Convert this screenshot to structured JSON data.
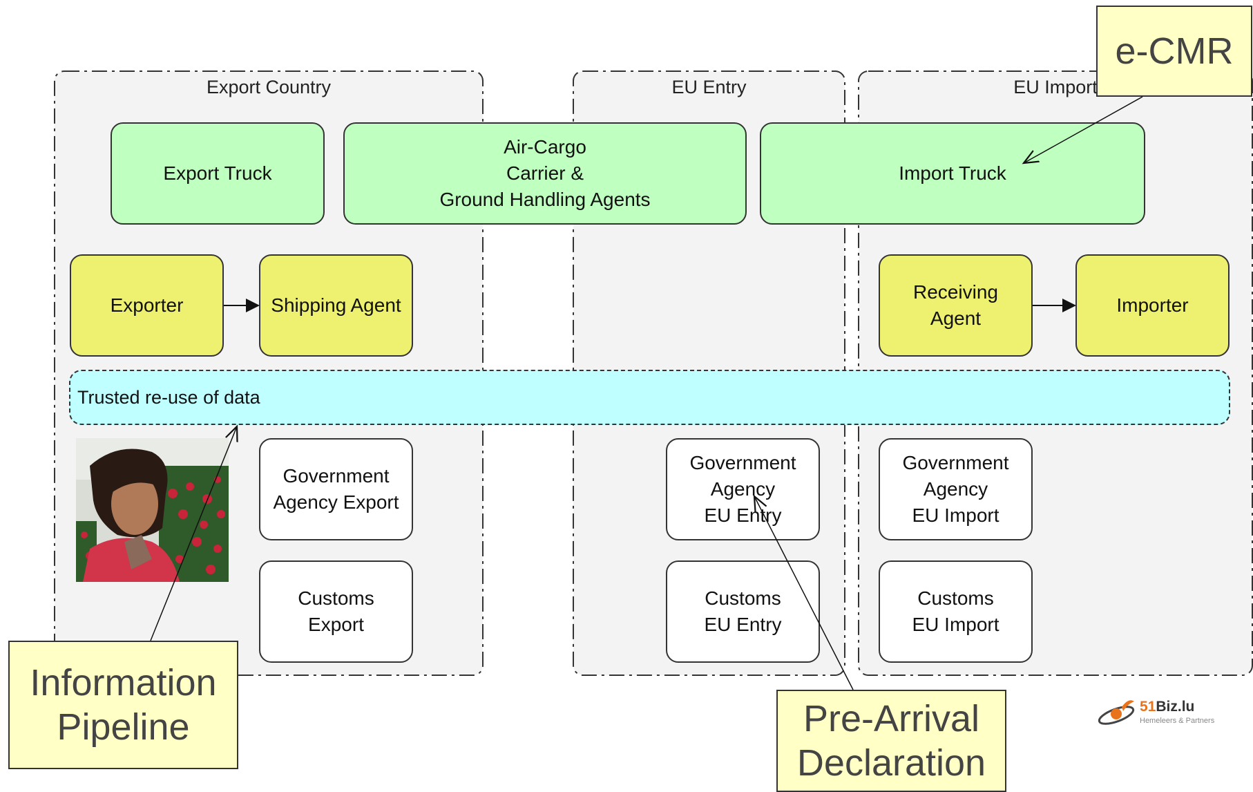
{
  "lanes": {
    "export": "Export Country",
    "entry": "EU Entry",
    "import": "EU Import"
  },
  "boxes": {
    "export_truck": "Export Truck",
    "air_cargo": "Air-Cargo\nCarrier &\nGround Handling Agents",
    "import_truck": "Import Truck",
    "exporter": "Exporter",
    "shipping_agent": "Shipping Agent",
    "receiving_agent": "Receiving\nAgent",
    "importer": "Importer",
    "gov_export": "Government\nAgency Export",
    "customs_export": "Customs\nExport",
    "gov_entry": "Government\nAgency\nEU Entry",
    "customs_entry": "Customs\nEU Entry",
    "gov_import": "Government\nAgency\nEU Import",
    "customs_import": "Customs\nEU Import"
  },
  "band": "Trusted re-use of data",
  "callouts": {
    "ecmr": "e-CMR",
    "pipeline": "Information\nPipeline",
    "prearrival": "Pre-Arrival\nDeclaration"
  },
  "logo": {
    "name_num": "51",
    "name_rest": "Biz.lu",
    "tagline": "Hemeleers & Partners"
  },
  "colors": {
    "green": "#bfffbf",
    "yellow": "#eef070",
    "cyan": "#bfffff",
    "callout": "#ffffc6",
    "logo_orange": "#e8731c"
  }
}
